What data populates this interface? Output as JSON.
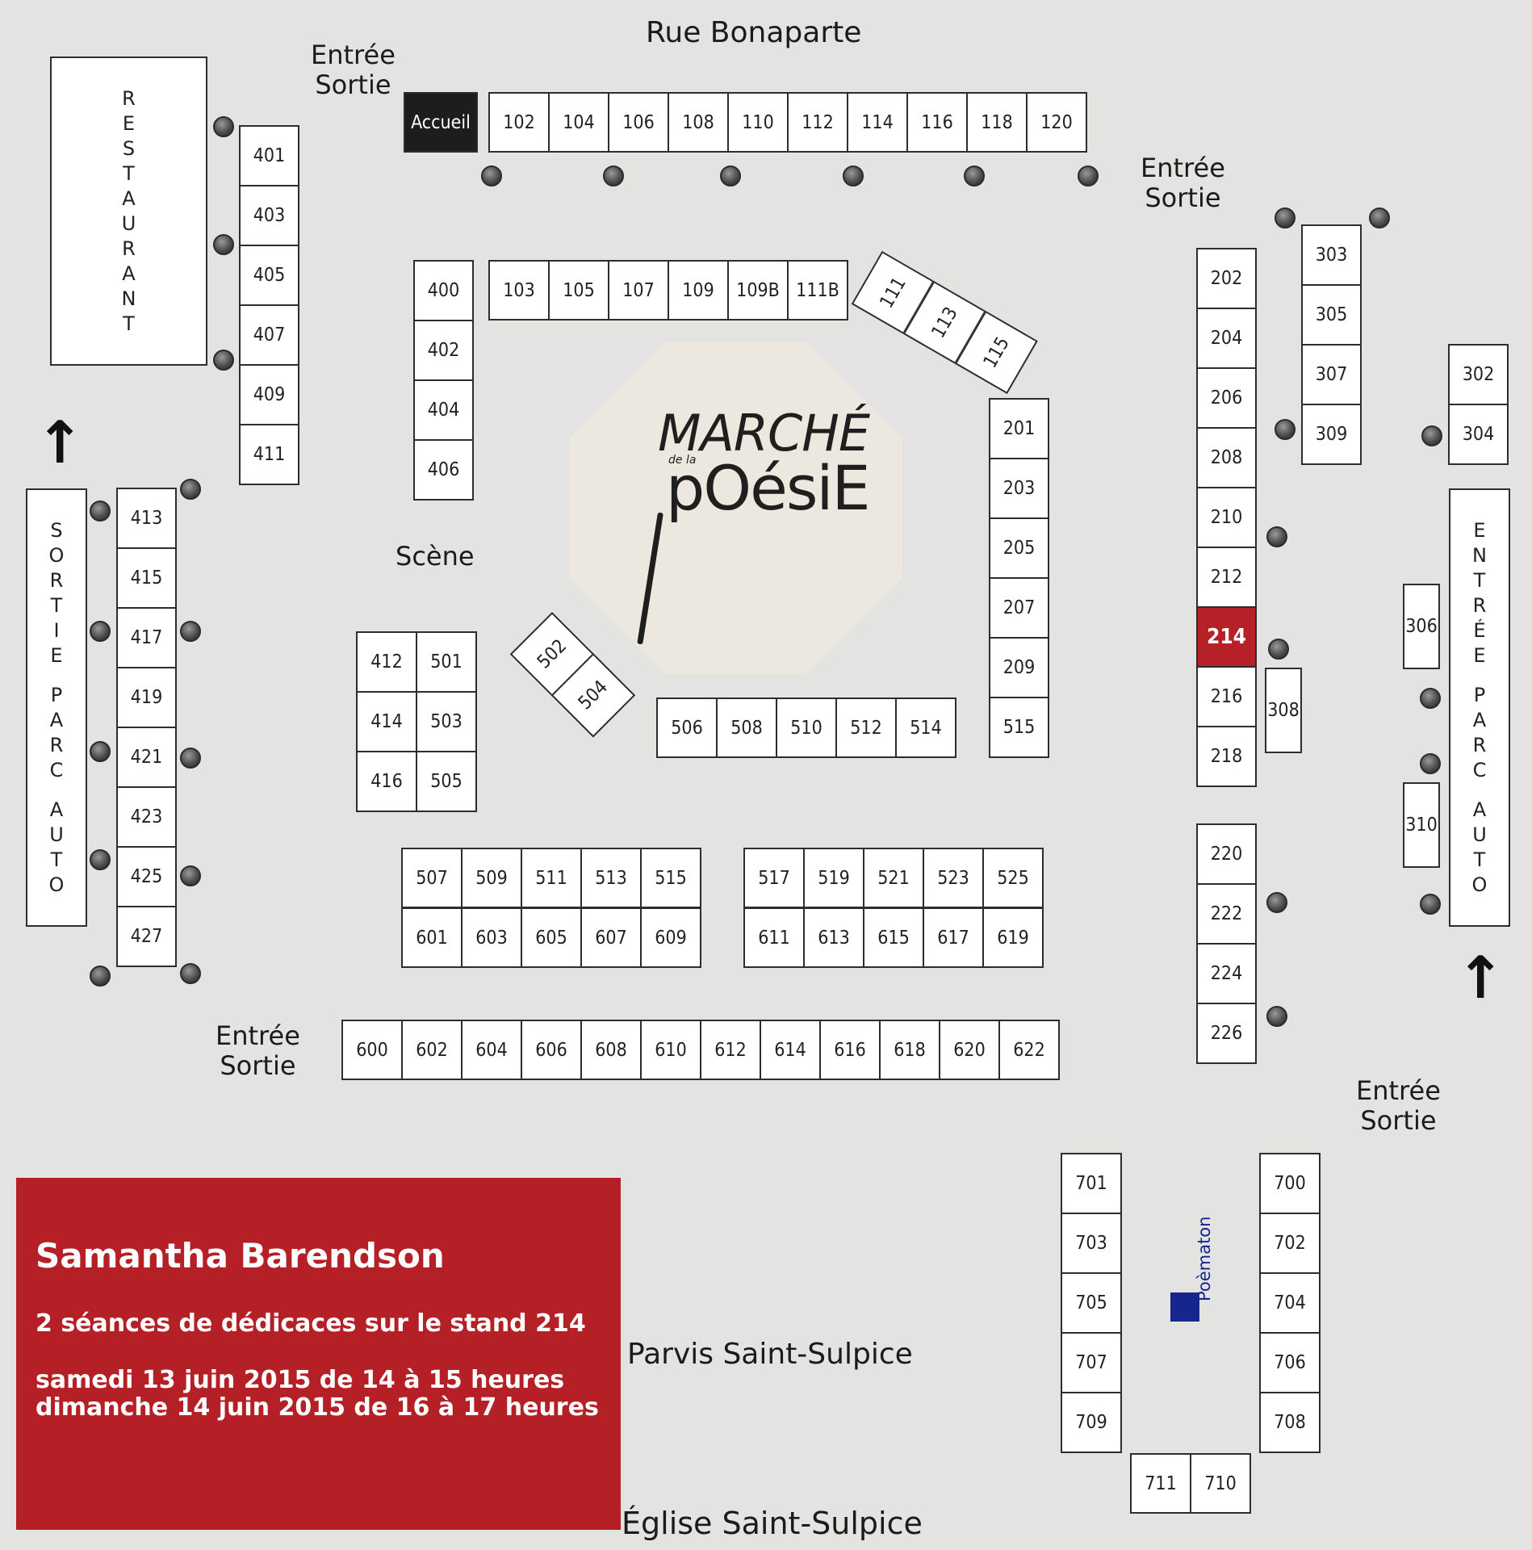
{
  "labels": {
    "street": "Rue Bonaparte",
    "entree": "Entrée",
    "sortie": "Sortie",
    "scene": "Scène",
    "parvis": "Parvis Saint-Sulpice",
    "eglise": "Église Saint-Sulpice",
    "poematon": "Poèmaton",
    "accueil": "Accueil"
  },
  "vertical_labels": {
    "restaurant": "RESTAURANT",
    "sortie_parc_auto": "SORTIE PARC AUTO",
    "entree_parc_auto": "ENTRÉE PARC AUTO"
  },
  "logo": {
    "line1": "MARCHÉ",
    "line2": "de la",
    "line3": "pOésiE"
  },
  "info": {
    "name": "Samantha Barendson",
    "subtitle": "2 séances de dédicaces sur le stand 214",
    "date1": "samedi 13 juin 2015 de 14 à 15 heures",
    "date2": "dimanche 14 juin 2015 de 16 à 17 heures"
  },
  "highlighted_stand": "214",
  "colors": {
    "background": "#e3e4e2",
    "highlight": "#b52127",
    "info_panel": "#b42026",
    "poematon": "#16268c",
    "plaza": "#ece7df"
  },
  "stands": {
    "row_top": [
      "102",
      "104",
      "106",
      "108",
      "110",
      "112",
      "114",
      "116",
      "118",
      "120"
    ],
    "row_inner_top": [
      "103",
      "105",
      "107",
      "109",
      "109B",
      "111B"
    ],
    "diagonal_top": [
      "111",
      "113",
      "115"
    ],
    "col_400": [
      "400",
      "402",
      "404",
      "406"
    ],
    "col_401": [
      "401",
      "403",
      "405",
      "407",
      "409",
      "411"
    ],
    "col_413": [
      "413",
      "415",
      "417",
      "419",
      "421",
      "423",
      "425",
      "427"
    ],
    "block_412": [
      "412",
      "501",
      "414",
      "503",
      "416",
      "505"
    ],
    "diagonal_bottom": [
      "502",
      "504"
    ],
    "row_506": [
      "506",
      "508",
      "510",
      "512",
      "514"
    ],
    "col_201": [
      "201",
      "203",
      "205",
      "207",
      "209",
      "515"
    ],
    "col_202": [
      "202",
      "204",
      "206",
      "208",
      "210",
      "212",
      "214",
      "216",
      "218"
    ],
    "col_220": [
      "220",
      "222",
      "224",
      "226"
    ],
    "col_303": [
      "303",
      "305",
      "307",
      "309"
    ],
    "col_302": [
      "302",
      "304"
    ],
    "single_306": [
      "306"
    ],
    "single_308": [
      "308"
    ],
    "single_310": [
      "310"
    ],
    "block_507_top": [
      "507",
      "509",
      "511",
      "513",
      "515"
    ],
    "block_507_bottom": [
      "601",
      "603",
      "605",
      "607",
      "609"
    ],
    "block_517_top": [
      "517",
      "519",
      "521",
      "523",
      "525"
    ],
    "block_517_bottom": [
      "611",
      "613",
      "615",
      "617",
      "619"
    ],
    "row_600": [
      "600",
      "602",
      "604",
      "606",
      "608",
      "610",
      "612",
      "614",
      "616",
      "618",
      "620",
      "622"
    ],
    "col_701": [
      "701",
      "703",
      "705",
      "707",
      "709"
    ],
    "col_700": [
      "700",
      "702",
      "704",
      "706",
      "708"
    ],
    "row_711": [
      "711",
      "710"
    ]
  }
}
